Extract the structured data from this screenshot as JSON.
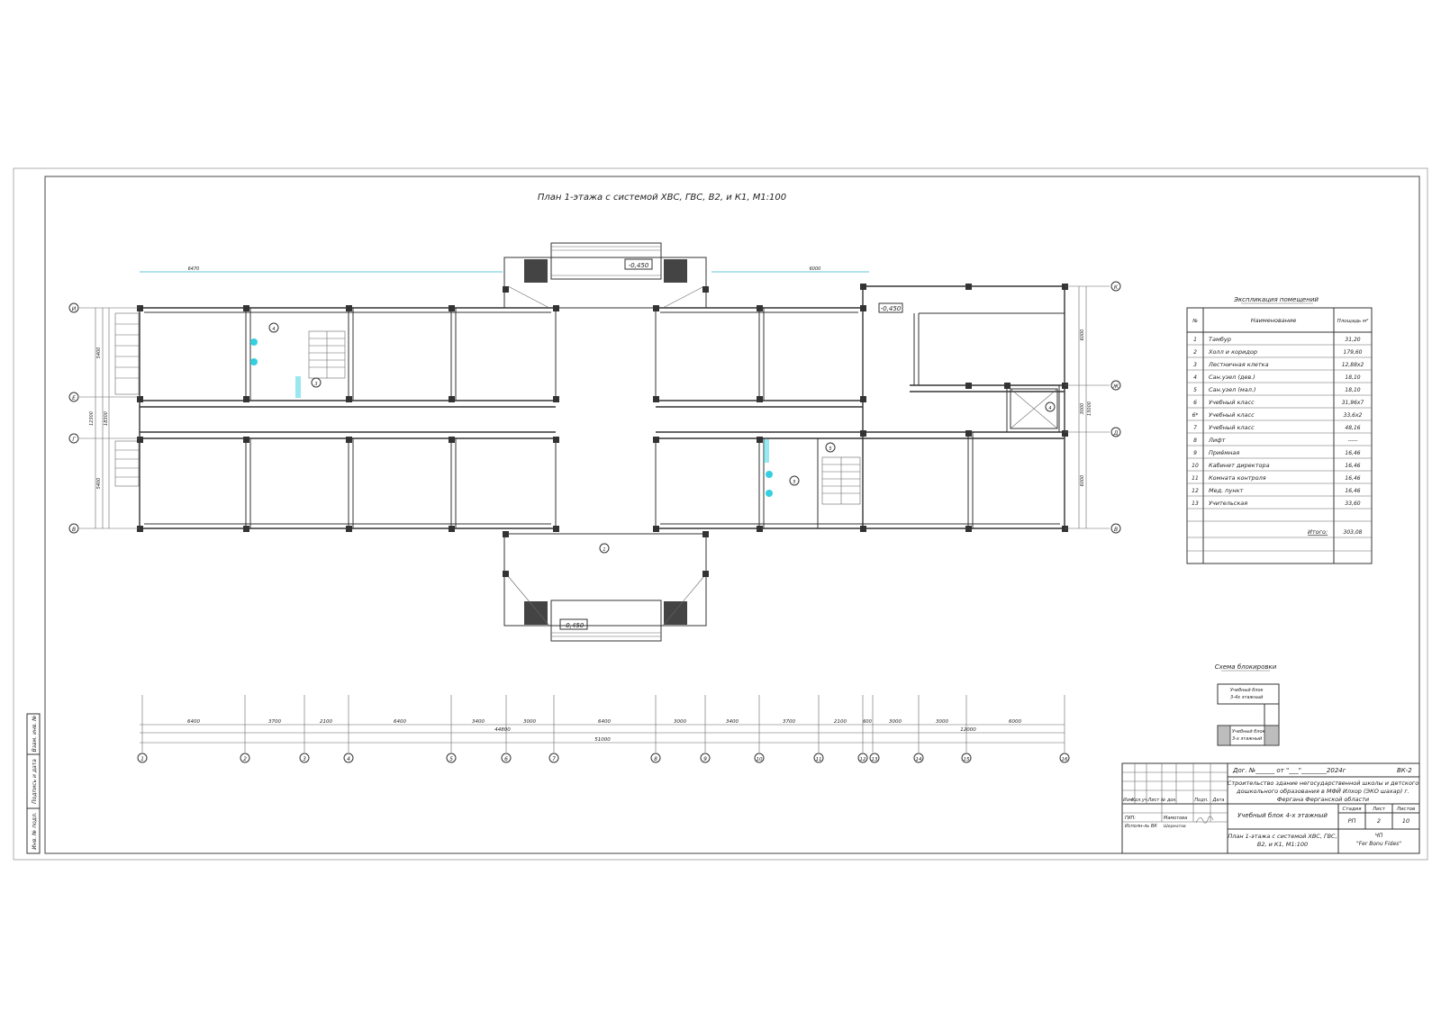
{
  "drawing": {
    "title": "План 1-этажа с системой ХВС, ГВС, В2, и К1,  М1:100"
  },
  "levels": [
    "-0,450",
    "-0,450",
    "-0,450"
  ],
  "axes": {
    "vertical_left": [
      "И",
      "Е",
      "Г",
      "В"
    ],
    "vertical_right": [
      "К",
      "Ж",
      "Д",
      "В"
    ],
    "horizontal": [
      "1",
      "2",
      "3",
      "4",
      "5",
      "6",
      "7",
      "8",
      "9",
      "10",
      "11",
      "12",
      "13",
      "14",
      "15",
      "16"
    ]
  },
  "dimensions": {
    "spans": [
      "6400",
      "3700",
      "2100",
      "6400",
      "3400",
      "3000",
      "6400",
      "3000",
      "3400",
      "3700",
      "2100",
      "600",
      "3000",
      "3000",
      "6000"
    ],
    "group_left": "44800",
    "group_right": "12000",
    "overall": "51000",
    "left_side": [
      "5400",
      "12300",
      "18300",
      "5400"
    ],
    "right_side": [
      "6000",
      "3000",
      "15000",
      "6000"
    ],
    "top": [
      "6470",
      "6000"
    ]
  },
  "room_markers": [
    "1",
    "3",
    "4",
    "4",
    "5",
    "5"
  ],
  "explication": {
    "caption": "Экспликация помещений",
    "headers": [
      "№",
      "Наименование",
      "Площадь м²"
    ],
    "rows": [
      {
        "num": "1",
        "name": "Тамбур",
        "area": "31,20"
      },
      {
        "num": "2",
        "name": "Холл и коридор",
        "area": "179,60"
      },
      {
        "num": "3",
        "name": "Лестничная клетка",
        "area": "12,88х2"
      },
      {
        "num": "4",
        "name": "Сан.узел (дев.)",
        "area": "18,10"
      },
      {
        "num": "5",
        "name": "Сан.узел (мал.)",
        "area": "18,10"
      },
      {
        "num": "6",
        "name": "Учебный класс",
        "area": "31,96х7"
      },
      {
        "num": "6*",
        "name": "Учебный класс",
        "area": "33,6х2"
      },
      {
        "num": "7",
        "name": "Учебный класс",
        "area": "48,16"
      },
      {
        "num": "8",
        "name": "Лифт",
        "area": "-----"
      },
      {
        "num": "9",
        "name": "Приёмная",
        "area": "16,46"
      },
      {
        "num": "10",
        "name": "Кабинет директора",
        "area": "16,46"
      },
      {
        "num": "11",
        "name": "Комната контроля",
        "area": "16,46"
      },
      {
        "num": "12",
        "name": "Мед. пункт",
        "area": "16,46"
      },
      {
        "num": "13",
        "name": "Учительская",
        "area": "33,60"
      }
    ],
    "total_label": "Итого:",
    "total_value": "303,08"
  },
  "block_scheme": {
    "caption": "Схема блокировки",
    "upper": [
      "Учебный блок",
      "3-4х этажный"
    ],
    "lower": [
      "Учебный блок",
      "3-х этажный"
    ]
  },
  "side_stamp": [
    "Инв. № подл.",
    "Подпись и дата",
    "Взам. инв. №"
  ],
  "title_block": {
    "contract": "Дог. №______    от  \"___\"________2024г",
    "code": "ВК-2",
    "project_lines": [
      "Строительство здание негосударственной школы и детского",
      "дошкольного образования в МФЙ Илхор (ЭКО шахар) г.",
      "Фергана Ферганской области"
    ],
    "header_cells": [
      "Изм.",
      "Кол.уч.",
      "Лист",
      "№ док.",
      "Подп.",
      "Дата"
    ],
    "roles": [
      "ГИП:",
      "Исполн-ль ВК"
    ],
    "names": [
      "Мамотова",
      "Шерматов"
    ],
    "object": "Учебный блок 4-х этажный",
    "stage_headers": [
      "Стадия",
      "Лист",
      "Листов"
    ],
    "stage_values": [
      "РП",
      "2",
      "10"
    ],
    "sheet_title_lines": [
      "План 1-этажа с системой ХВС, ГВС,",
      "В2, и К1,  М1:100"
    ],
    "company_lines": [
      "ЧП",
      "\"Fer Bonu Fides\""
    ]
  }
}
